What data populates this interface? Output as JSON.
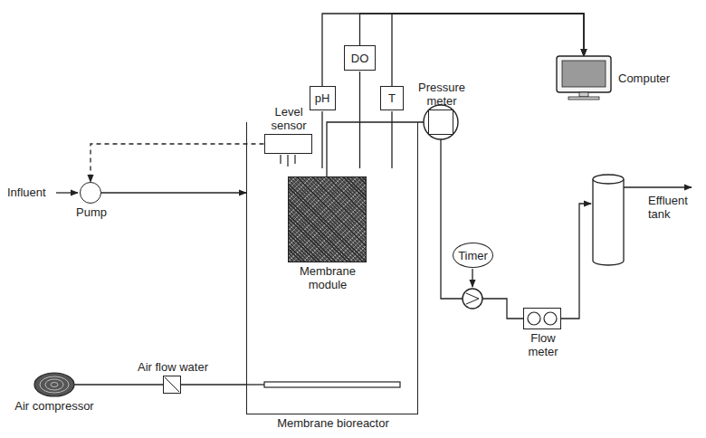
{
  "diagram": {
    "nodes": [
      {
        "text": [
          "DO"
        ]
      },
      {
        "text": [
          "pH"
        ]
      },
      {
        "text": [
          "T"
        ]
      },
      {
        "text": [
          "Computer"
        ]
      },
      {
        "text": [
          "Pressure meter"
        ]
      },
      {
        "text": [
          "Pump"
        ]
      },
      {
        "text": [
          "Membrane bioreactor"
        ]
      },
      {
        "text": [
          "Level sensor"
        ],
        "in": 6
      },
      {
        "text": [
          "Membrane module"
        ],
        "in": 6
      },
      {
        "text": [
          "Timer"
        ]
      },
      {
        "text": [
          "Flow meter"
        ]
      },
      {
        "text": [
          "Air flow water"
        ]
      },
      {
        "text": [
          "Air compressor"
        ]
      }
    ],
    "edges": [
      {
        "from": 7,
        "to": 5,
        "arrow": "to"
      },
      {
        "from": 5,
        "to": 6,
        "arrow": "to"
      },
      {
        "from": 1,
        "to": 3,
        "arrow": "to"
      },
      {
        "from": 0,
        "to": 3,
        "arrow": "to"
      },
      {
        "from": 2,
        "to": 3,
        "arrow": "to"
      },
      {
        "from": 8,
        "to": 4,
        "arrow": "none"
      },
      {
        "from": 4,
        "to": 10,
        "arrow": "none"
      },
      {
        "from": 12,
        "to": 11,
        "arrow": "none"
      },
      {
        "from": 11,
        "to": 6,
        "arrow": "none"
      }
    ],
    "labels": [
      "Influent",
      "Effluent tank"
    ]
  }
}
